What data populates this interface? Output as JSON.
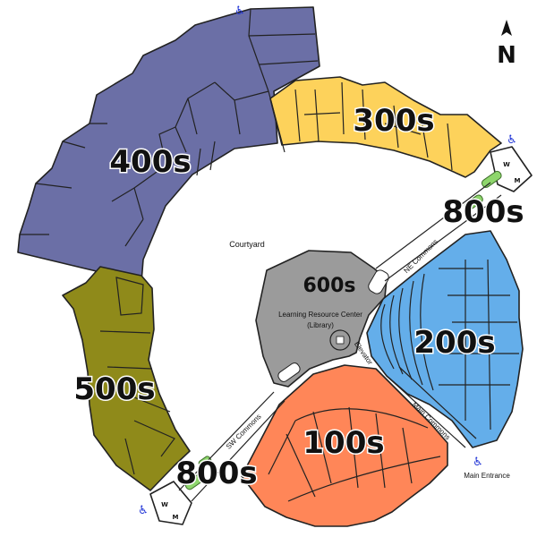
{
  "map": {
    "north_label": "N",
    "courtyard_label": "Courtyard",
    "library": {
      "number": "600s",
      "name_line1": "Learning Resource Center",
      "name_line2": "(Library)"
    },
    "elevator_label": "Elevator",
    "wings": [
      {
        "id": "100s",
        "label": "100s",
        "color": "#ff8658"
      },
      {
        "id": "200s",
        "label": "200s",
        "color": "#64aeea"
      },
      {
        "id": "300s",
        "label": "300s",
        "color": "#fdd25b"
      },
      {
        "id": "400s",
        "label": "400s",
        "color": "#6b6fa6"
      },
      {
        "id": "500s",
        "label": "500s",
        "color": "#8f8a1a"
      },
      {
        "id": "600s",
        "label": "600s",
        "color": "#9b9b9b"
      }
    ],
    "commons": {
      "ne": "NE Commons",
      "sw": "SW Commons",
      "main": "Main Commons"
    },
    "commons_8_ne": "800s",
    "commons_8_sw": "800s",
    "main_entrance": "Main Entrance",
    "restroom_w": "W",
    "restroom_m": "M",
    "accessible_icon": "♿",
    "colors": {
      "restroom_green": "#8ed66c",
      "accessible_blue": "#1f33d6"
    }
  }
}
